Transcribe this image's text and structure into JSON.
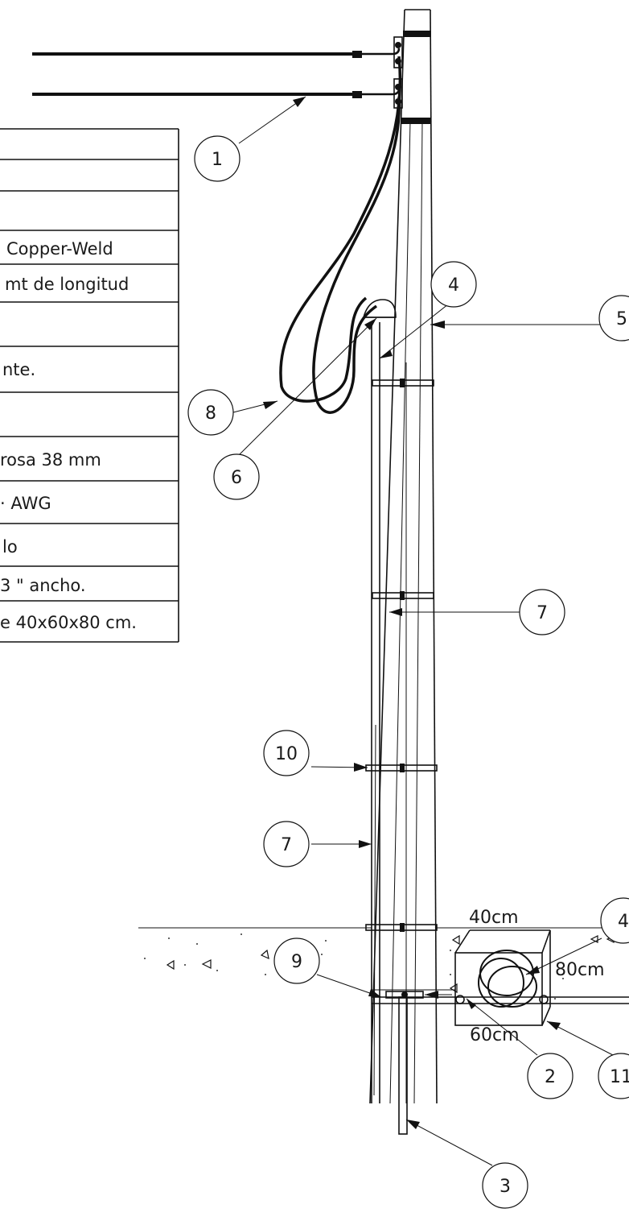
{
  "legend": {
    "rows": [
      "",
      "",
      "",
      "Copper-Weld",
      "mt de longitud",
      "",
      "nte.",
      "",
      "rosa 38 mm",
      "· AWG",
      "lo",
      "3 \" ancho.",
      "e 40x60x80 cm."
    ]
  },
  "callouts": {
    "c1": "1",
    "c2": "2",
    "c3": "3",
    "c4a": "4",
    "c4b": "4",
    "c5": "5",
    "c6": "6",
    "c7a": "7",
    "c7b": "7",
    "c8": "8",
    "c9": "9",
    "c10": "10",
    "c11": "11"
  },
  "box_dimensions": {
    "width": "40cm",
    "depth": "80cm",
    "length": "60cm"
  }
}
